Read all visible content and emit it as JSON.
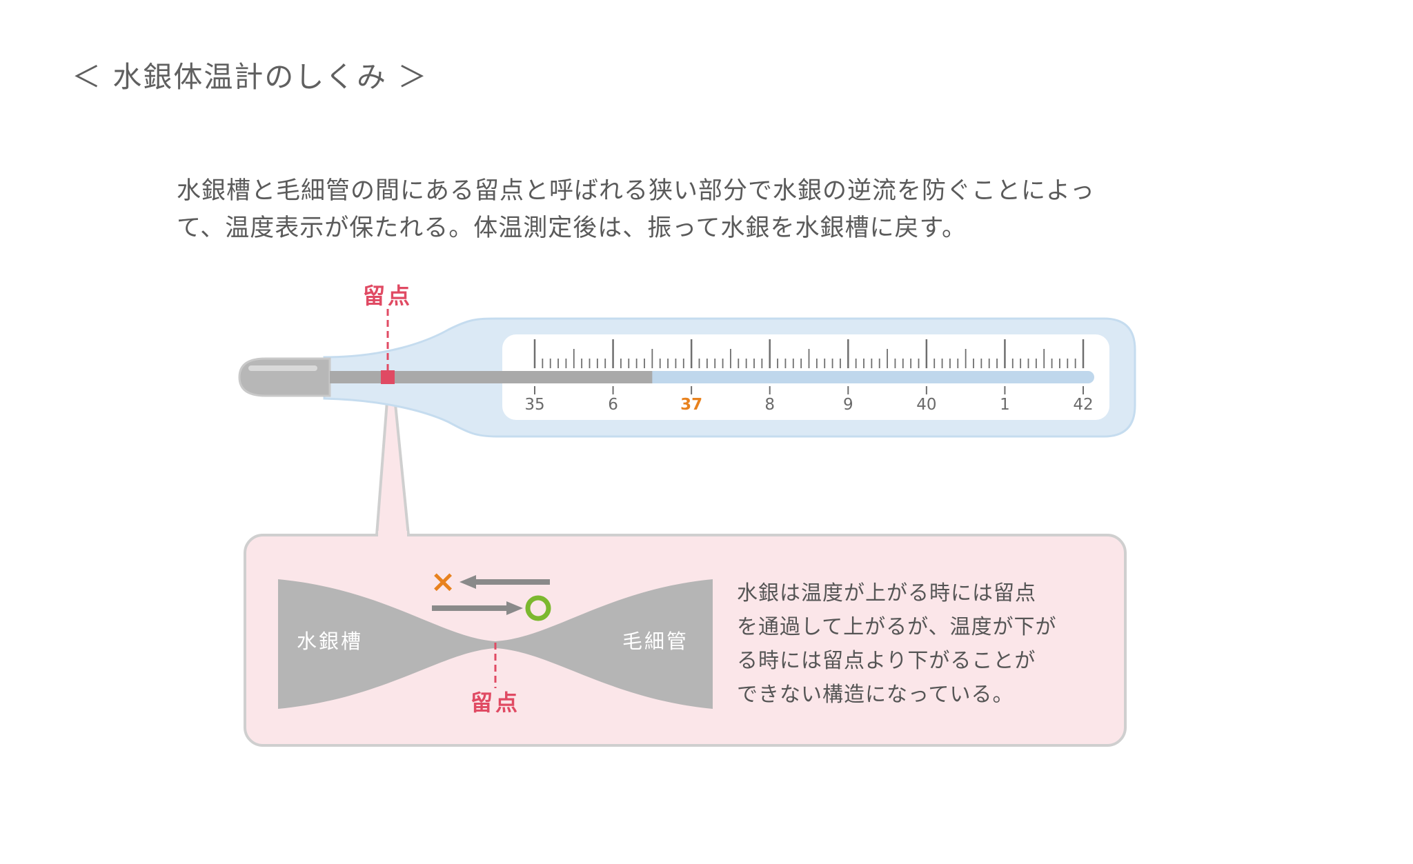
{
  "title": "＜ 水銀体温計のしくみ ＞",
  "description": {
    "lines": [
      "水銀槽と毛細管の間にある留点と呼ばれる狭い部分で水銀の逆流を防ぐことによっ",
      "て、温度表示が保たれる。体温測定後は、振って水銀を水銀槽に戻す。"
    ]
  },
  "thermometer": {
    "constriction_label": "留点",
    "scale": {
      "labels": [
        "35",
        "6",
        "37",
        "8",
        "9",
        "40",
        "1",
        "42"
      ],
      "highlight_label": "37",
      "mercury_reading": 36.5
    }
  },
  "detail": {
    "reservoir_label": "水銀槽",
    "capillary_label": "毛細管",
    "constriction_label": "留点",
    "blocked_symbol": "×",
    "allowed_symbol": "○",
    "note_lines": [
      "水銀は温度が上がる時には留点",
      "を通過して上がるが、温度が下が",
      "る時には留点より下がることが",
      "できない構造になっている。"
    ]
  },
  "colors": {
    "accent_red": "#e04a63",
    "highlight_orange": "#e8821e",
    "ok_green": "#7cb82f",
    "glass_blue": "#dbe9f5",
    "mercury_gray": "#b7b7b7",
    "panel_pink": "#fbe6e9"
  }
}
